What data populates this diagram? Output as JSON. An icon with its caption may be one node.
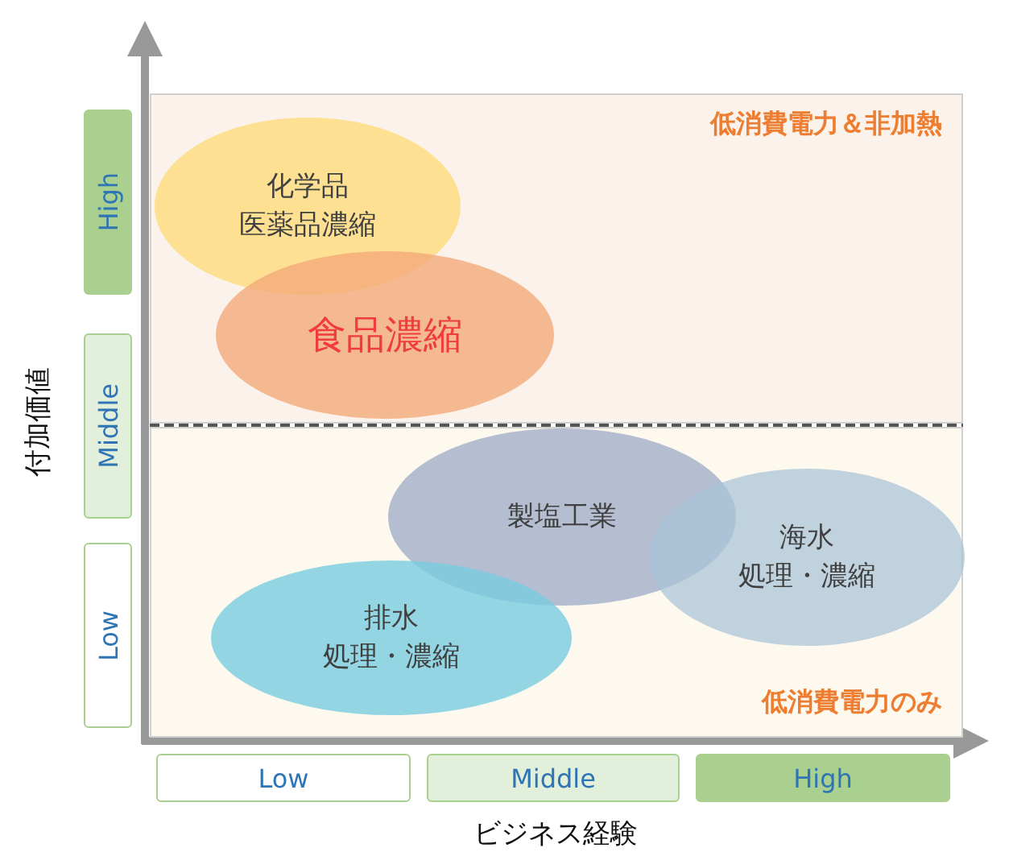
{
  "diagram": {
    "nodes": [
      {
        "text": [
          "低消費電力＆非加熱"
        ]
      },
      {
        "text": [
          "化学品",
          "医薬品濃縮"
        ],
        "in": 0
      },
      {
        "text": [
          "食品濃縮"
        ],
        "in": 0
      },
      {
        "text": [
          "低消費電力のみ"
        ]
      },
      {
        "text": [
          "製塩工業"
        ],
        "in": 3
      },
      {
        "text": [
          "海水",
          "処理・濃縮"
        ],
        "in": 3
      },
      {
        "text": [
          "排水",
          "処理・濃縮"
        ],
        "in": 3
      },
      {
        "text": [
          "High"
        ]
      },
      {
        "text": [
          "Middle"
        ]
      },
      {
        "text": [
          "Low"
        ]
      },
      {
        "text": [
          "Low"
        ]
      },
      {
        "text": [
          "Middle"
        ]
      },
      {
        "text": [
          "High"
        ]
      }
    ],
    "labels": [
      "付加価値",
      "ビジネス経験"
    ]
  }
}
